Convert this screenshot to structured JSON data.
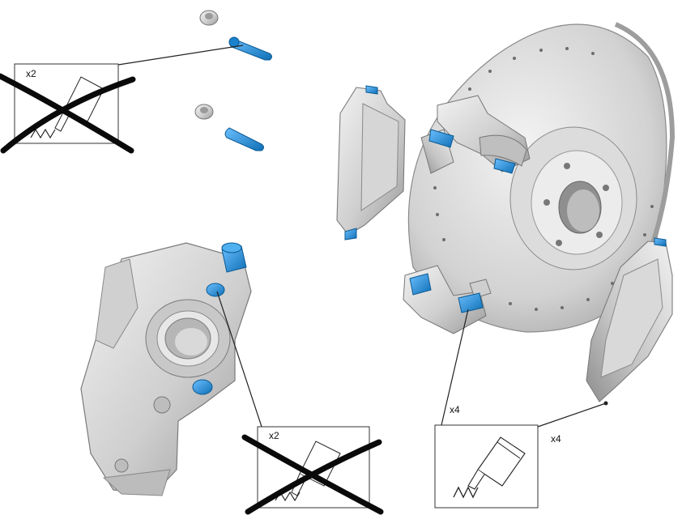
{
  "labels": {
    "top_left_box_qty": "x2",
    "caliper_box_qty": "x2",
    "disc_callout_qty": "x4",
    "pad_callout_qty": "x4"
  },
  "colors": {
    "highlight": "#1f8fd6",
    "metal_light": "#e8e8e8",
    "metal_mid": "#c9c9c9",
    "metal_dark": "#8c8c8c",
    "cross": "#0a0a0a",
    "line": "#222222"
  },
  "icons": [
    "do-not-reuse-cross-icon",
    "grease-tube-icon",
    "spring-icon"
  ]
}
